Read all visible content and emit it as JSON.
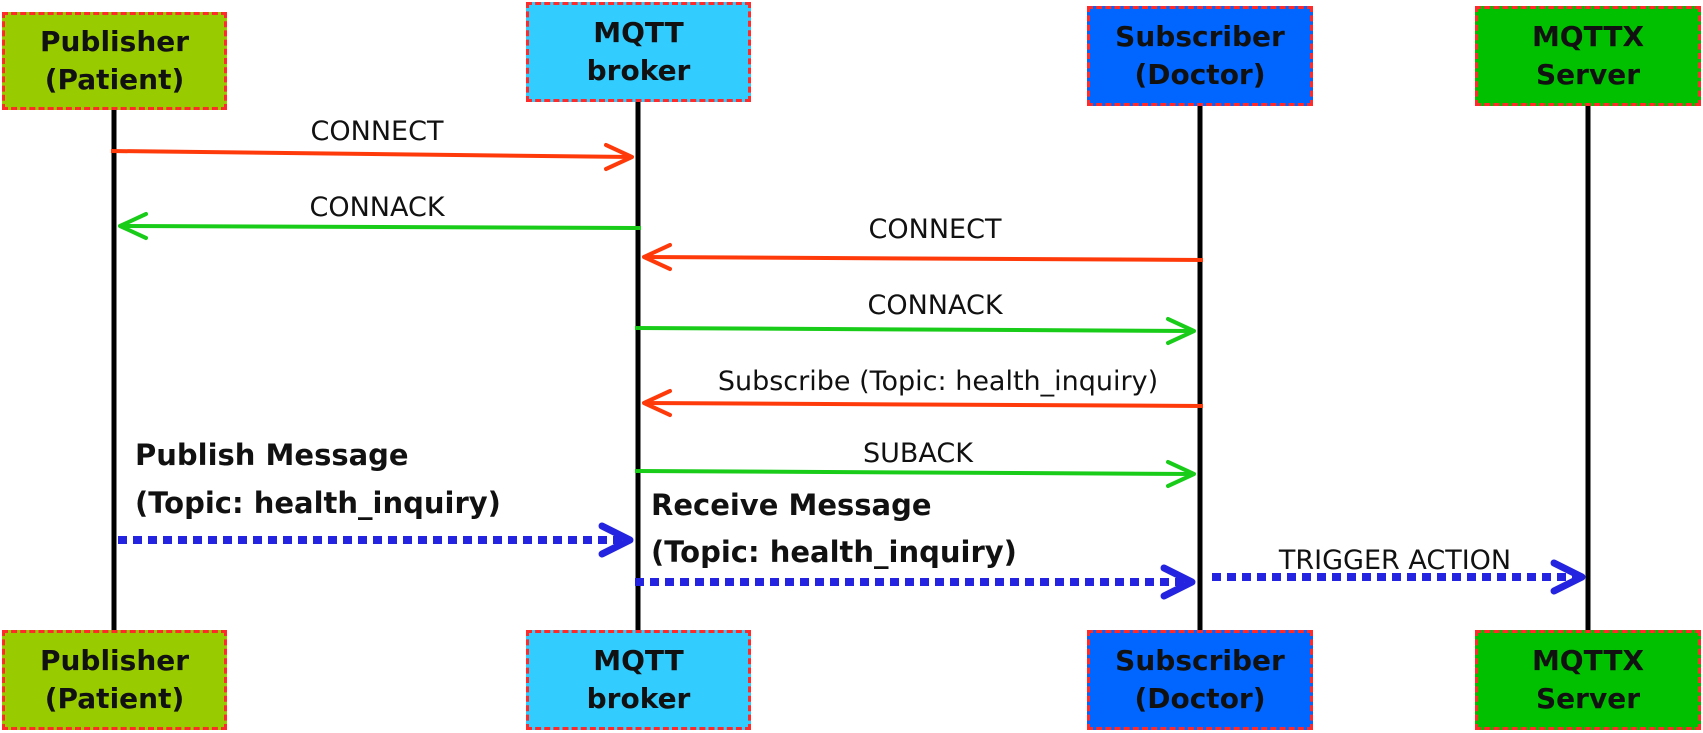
{
  "participants": [
    {
      "id": "publisher",
      "line1": "Publisher",
      "line2": "(Patient)",
      "color": "#99cc00"
    },
    {
      "id": "broker",
      "line1": "MQTT",
      "line2": "broker",
      "color": "#33ccff"
    },
    {
      "id": "subscriber",
      "line1": "Subscriber",
      "line2": "(Doctor)",
      "color": "#0066ff"
    },
    {
      "id": "server",
      "line1": "MQTTX",
      "line2": "Server",
      "color": "#00c000"
    }
  ],
  "colors": {
    "box_border": "#ff2a2a",
    "connect": "#ff3a0a",
    "ack": "#19cc19",
    "publish": "#2424e0",
    "lifeline": "#000000"
  },
  "messages": [
    {
      "id": "pub-connect",
      "from": "publisher",
      "to": "broker",
      "label": "CONNECT",
      "kind": "connect"
    },
    {
      "id": "pub-connack",
      "from": "broker",
      "to": "publisher",
      "label": "CONNACK",
      "kind": "ack"
    },
    {
      "id": "sub-connect",
      "from": "subscriber",
      "to": "broker",
      "label": "CONNECT",
      "kind": "connect"
    },
    {
      "id": "sub-connack",
      "from": "broker",
      "to": "subscriber",
      "label": "CONNACK",
      "kind": "ack"
    },
    {
      "id": "subscribe",
      "from": "subscriber",
      "to": "broker",
      "label": "Subscribe (Topic: health_inquiry)",
      "kind": "connect"
    },
    {
      "id": "suback",
      "from": "broker",
      "to": "subscriber",
      "label": "SUBACK",
      "kind": "ack"
    },
    {
      "id": "publish",
      "from": "publisher",
      "to": "broker",
      "label": [
        "Publish Message",
        "(Topic: health_inquiry)"
      ],
      "kind": "publish"
    },
    {
      "id": "receive",
      "from": "broker",
      "to": "subscriber",
      "label": [
        "Receive Message",
        "(Topic: health_inquiry)"
      ],
      "kind": "publish"
    },
    {
      "id": "trigger",
      "from": "subscriber",
      "to": "server",
      "label": "TRIGGER ACTION",
      "kind": "publish"
    }
  ]
}
